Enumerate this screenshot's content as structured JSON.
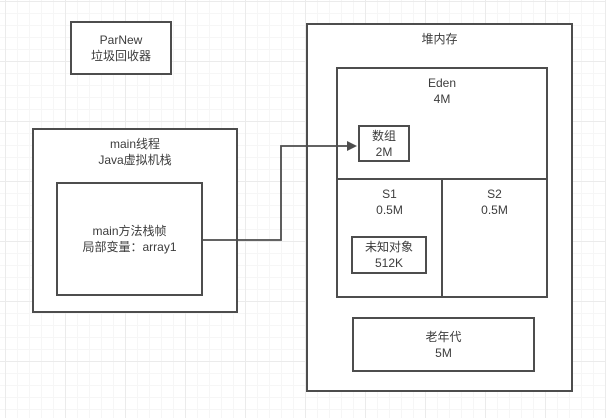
{
  "diagram": {
    "boxes": {
      "parnew": {
        "lines": [
          "ParNew",
          "垃圾回收器"
        ]
      },
      "main_thread": {
        "lines": [
          "main线程",
          "Java虚拟机栈"
        ]
      },
      "stack_frame": {
        "lines": [
          "main方法栈帧",
          "局部变量：array1"
        ]
      },
      "heap": {
        "title": "堆内存"
      },
      "eden": {
        "lines": [
          "Eden",
          "4M"
        ]
      },
      "array": {
        "lines": [
          "数组",
          "2M"
        ]
      },
      "s1": {
        "lines": [
          "S1",
          "0.5M"
        ]
      },
      "s2": {
        "lines": [
          "S2",
          "0.5M"
        ]
      },
      "unknown": {
        "lines": [
          "未知对象",
          "512K"
        ]
      },
      "old_gen": {
        "lines": [
          "老年代",
          "5M"
        ]
      }
    },
    "connector": {
      "description": "arrow-from-stack-frame-to-array-object"
    },
    "colors": {
      "shape_border": "#4d4d4d",
      "text": "#3c3c3c",
      "canvas_background": "#ffffff",
      "grid_minor": "#f6f6f6",
      "grid_major": "#ebebeb"
    }
  }
}
